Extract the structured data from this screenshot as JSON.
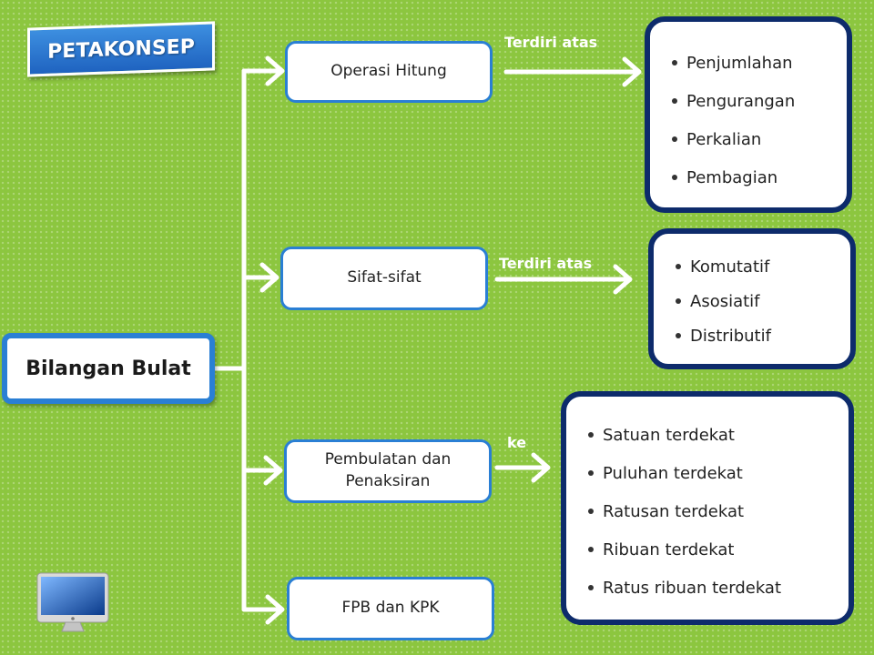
{
  "header": {
    "title": "PETAKONSEP"
  },
  "root": {
    "label": "Bilangan Bulat"
  },
  "branches": [
    {
      "label": "Operasi Hitung"
    },
    {
      "label": "Sifat-sifat"
    },
    {
      "label": "Pembulatan dan Penaksiran"
    },
    {
      "label": "FPB dan KPK"
    }
  ],
  "links": [
    {
      "label": "Terdiri atas"
    },
    {
      "label": "Terdiri atas"
    },
    {
      "label": "ke"
    }
  ],
  "details": [
    {
      "items": [
        "Penjumlahan",
        "Pengurangan",
        "Perkalian",
        "Pembagian"
      ]
    },
    {
      "items": [
        "Komutatif",
        "Asosiatif",
        "Distributif"
      ]
    },
    {
      "items": [
        "Satuan terdekat",
        "Puluhan terdekat",
        "Ratusan terdekat",
        "Ribuan terdekat",
        "Ratus ribuan terdekat"
      ]
    }
  ],
  "colors": {
    "background": "#8cc63f",
    "branch_border": "#2a7fd4",
    "detail_border": "#0d2b6b",
    "connector": "#ffffff"
  },
  "icons": {
    "monitor": "computer-monitor-icon"
  }
}
